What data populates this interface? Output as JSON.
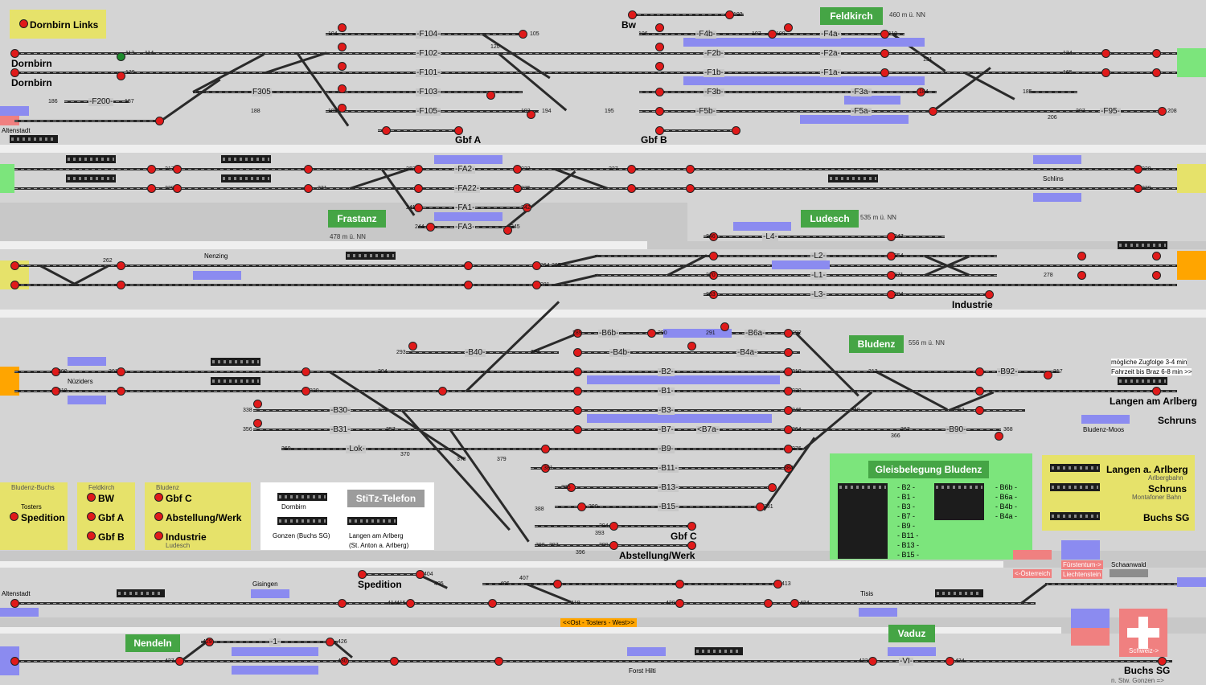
{
  "stations": {
    "dornbirn_links": "Dornbirn Links",
    "dornbirn1": "Dornbirn",
    "dornbirn2": "Dornbirn",
    "altenstadt": "Altenstadt",
    "feldkirch": "Feldkirch",
    "feldkirch_alt": "460 m ü. NN",
    "bw": "Bw",
    "gbf_a": "Gbf A",
    "gbf_b": "Gbf B",
    "frastanz": "Frastanz",
    "frastanz_alt": "478 m ü. NN",
    "schlins": "Schlins",
    "ludesch": "Ludesch",
    "ludesch_alt": "535 m ü. NN",
    "nenzing": "Nenzing",
    "industrie": "Industrie",
    "bludenz": "Bludenz",
    "bludenz_alt": "556 m ü. NN",
    "nueziders": "Nüziders",
    "langen": "Langen am Arlberg",
    "schruns": "Schruns",
    "bludenz_moos": "Bludenz-Moos",
    "zugfolge": "mögliche Zugfolge 3-4 min",
    "fahrzeit": "Fahrzeit bis Braz 6-8 min >>",
    "gbf_c": "Gbf C",
    "abstellung": "Abstellung/Werk",
    "spedition": "Spedition",
    "altenstadt2": "Altenstadt",
    "gisingen": "Gisingen",
    "tisis": "Tisis",
    "ost_tosters_west": "<<Ost - Tosters - West>>",
    "oesterreich": "<-Österreich",
    "fuerstentum": "Fürstentum->",
    "liechtenstein": "Liechtenstein",
    "schaanwald": "Schaanwald",
    "nendeln": "Nendeln",
    "vaduz": "Vaduz",
    "forst_hilti": "Forst Hilti",
    "buchs_sg": "Buchs SG",
    "schweiz": "Schweiz->",
    "stw_gonzen": "n. Stw. Gonzen =>"
  },
  "track_labels": {
    "f104": "-F104-",
    "f102": "-F102-",
    "f101": "-F101-",
    "f103": "-F103-",
    "f105": "-F105-",
    "f200": "-F200-",
    "f305": "F305",
    "f4b": "-F4b-",
    "f2b": "-F2b-",
    "f1b": "-F1b-",
    "f3b": "-F3b-",
    "f5b": "-F5b-",
    "f4a": "-F4a-",
    "f2a": "-F2a-",
    "f1a": "-F1a-",
    "f3a": "-F3a-",
    "f5a": "-F5a-",
    "f95": "-F95-",
    "fa2": "-FA2-",
    "fa22": "-FA22-",
    "fa1": "-FA1-",
    "fa3": "-FA3-",
    "l4": "-L4-",
    "l2": "-L2-",
    "l1": "-L1-",
    "l3": "-L3-",
    "b40": "-B40-",
    "b6b": "-B6b-",
    "b4b": "-B4b-",
    "b6a": "-B6a-",
    "b4a": "-B4a-",
    "b2": "-B2-",
    "b1": "-B1-",
    "b3": "-B3-",
    "b7": "-B7-",
    "b7a": "<B7a-",
    "b9": "-B9-",
    "b11": "-B11-",
    "b13": "-B13-",
    "b15": "-B15-",
    "b30": "-B30-",
    "b31": "-B31-",
    "lok": "-Lok-",
    "b92": "-B92-",
    "b90": "-B90-",
    "i1": "-1-",
    "vi": "-VI-"
  },
  "legend": {
    "bludenz_buchs": {
      "title": "Bludenz-Buchs",
      "sub": "Tosters",
      "item": "Spedition"
    },
    "feldkirch": {
      "title": "Feldkirch",
      "items": [
        "BW",
        "Gbf A",
        "Gbf B"
      ]
    },
    "bludenz": {
      "title": "Bludenz",
      "items": [
        "Gbf C",
        "Abstellung/Werk",
        "Industrie"
      ],
      "sub": "Ludesch"
    },
    "white": {
      "dornbirn": "Dornbirn",
      "gonzen": "Gonzen (Buchs SG)",
      "langen1": "Langen am Arlberg",
      "langen2": "(St. Anton a. Arlberg)",
      "stitz": "StiTz-Telefon"
    },
    "occupancy": {
      "title": "Gleisbelegung Bludenz",
      "left": [
        "- B2 -",
        "- B1 -",
        "- B3 -",
        "- B7 -",
        "- B9 -",
        "- B11 -",
        "- B13 -",
        "- B15 -"
      ],
      "right": [
        "- B6b -",
        "- B6a -",
        "- B4b -",
        "- B4a -"
      ]
    },
    "destinations": {
      "d1": "Langen a. Arlberg",
      "d1_sub": "Arlbergbahn",
      "d2": "Schruns",
      "d2_sub": "Montafoner Bahn",
      "d3": "Buchs SG"
    }
  },
  "colors": {
    "track": "#2a2a2a",
    "signal_red": "#e01a1a",
    "signal_green": "#1c8a2c",
    "station_green": "#45a545",
    "occupied_blue": "#8b8bf0",
    "edge_yellow": "#e6e26a",
    "edge_green": "#7ce57c",
    "edge_orange": "#ffa500"
  },
  "numbers": {
    "n113": "113",
    "n139": "139",
    "n114": "114",
    "n186": "186",
    "n187": "187",
    "n188": "188",
    "n189": "189",
    "n104": "104",
    "n105": "105",
    "n120": "120",
    "n193": "193",
    "n194": "194",
    "n195": "195",
    "n103": "103",
    "n106": "106",
    "n107": "107",
    "n109": "109",
    "n110": "110",
    "n131": "131",
    "n134": "134",
    "n165": "165",
    "n184": "184",
    "n185": "185",
    "n206": "206",
    "n207": "207",
    "n208": "208",
    "n217": "217",
    "n222": "222",
    "n223": "223",
    "n227": "227",
    "n228": "228",
    "n229": "229",
    "n231": "231",
    "n235": "235",
    "n239": "239",
    "n241": "241",
    "n242": "242",
    "n244": "244",
    "n245": "245",
    "n246": "246",
    "n247": "247",
    "n254": "254",
    "n262": "262",
    "n264": "264",
    "n265": "265",
    "n270": "270",
    "n271": "271",
    "n278": "278",
    "n281": "281",
    "n283": "283",
    "n284": "284",
    "n289": "289",
    "n290": "290",
    "n291": "291",
    "n292": "292",
    "n293": "293",
    "n294": "294",
    "n300": "300",
    "n301": "301",
    "n304": "304",
    "n310": "310",
    "n313": "313",
    "n317": "317",
    "n318": "318",
    "n320": "320",
    "n330": "330",
    "n338": "338",
    "n339": "339",
    "n346": "346",
    "n348": "348",
    "n353": "353",
    "n356": "356",
    "n357": "357",
    "n364": "364",
    "n366": "366",
    "n367": "367",
    "n368": "368",
    "n369": "369",
    "n370": "370",
    "n376": "376",
    "n378": "378",
    "n379": "379",
    "n381": "381",
    "n384": "384",
    "n385": "385",
    "n388": "388",
    "n390": "390",
    "n391": "391",
    "n393": "393",
    "n394": "394",
    "n396": "396",
    "n397": "397",
    "n398": "398",
    "n399": "399",
    "n404": "404",
    "n405": "405",
    "n406": "406",
    "n407": "407",
    "n413": "413",
    "n414": "414",
    "n415": "415",
    "n419": "419",
    "n420": "420",
    "n424": "424",
    "n426": "426",
    "n427": "427",
    "n429": "429",
    "n430": "430",
    "n433": "433",
    "n434": "434"
  }
}
